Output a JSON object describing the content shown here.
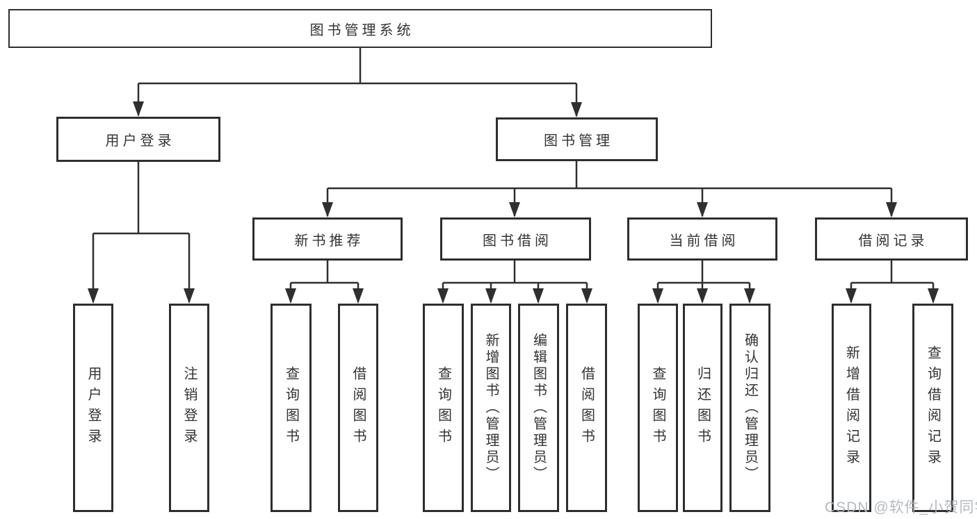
{
  "diagram": {
    "title": "图书管理系统",
    "type": "functional-structure-tree",
    "nodes": {
      "root": {
        "label": "图书管理系统"
      },
      "user_login": {
        "label": "用户登录"
      },
      "book_mgmt": {
        "label": "图书管理"
      },
      "new_book_rec": {
        "label": "新书推荐"
      },
      "book_borrow": {
        "label": "图书借阅"
      },
      "current_borrow": {
        "label": "当前借阅"
      },
      "borrow_records": {
        "label": "借阅记录"
      },
      "user_login_leaf": {
        "label": "用户登录"
      },
      "logout_leaf": {
        "label": "注销登录"
      },
      "nbr_query_books": {
        "label": "查询图书"
      },
      "nbr_borrow_books": {
        "label": "借阅图书"
      },
      "bb_query_books": {
        "label": "查询图书"
      },
      "bb_add_books": {
        "label": "新增图书（管理员）"
      },
      "bb_edit_books": {
        "label": "编辑图书（管理员）"
      },
      "bb_borrow_books": {
        "label": "借阅图书"
      },
      "cb_query_books": {
        "label": "查询图书"
      },
      "cb_return_books": {
        "label": "归还图书"
      },
      "cb_confirm_return": {
        "label": "确认归还（管理员）"
      },
      "br_add_record": {
        "label": "新增借阅记录"
      },
      "br_query_record": {
        "label": "查询借阅记录"
      }
    },
    "edges": [
      [
        "root",
        "user_login"
      ],
      [
        "root",
        "book_mgmt"
      ],
      [
        "user_login",
        "user_login_leaf"
      ],
      [
        "user_login",
        "logout_leaf"
      ],
      [
        "book_mgmt",
        "new_book_rec"
      ],
      [
        "book_mgmt",
        "book_borrow"
      ],
      [
        "book_mgmt",
        "current_borrow"
      ],
      [
        "book_mgmt",
        "borrow_records"
      ],
      [
        "new_book_rec",
        "nbr_query_books"
      ],
      [
        "new_book_rec",
        "nbr_borrow_books"
      ],
      [
        "book_borrow",
        "bb_query_books"
      ],
      [
        "book_borrow",
        "bb_add_books"
      ],
      [
        "book_borrow",
        "bb_edit_books"
      ],
      [
        "book_borrow",
        "bb_borrow_books"
      ],
      [
        "current_borrow",
        "cb_query_books"
      ],
      [
        "current_borrow",
        "cb_return_books"
      ],
      [
        "current_borrow",
        "cb_confirm_return"
      ],
      [
        "borrow_records",
        "br_add_record"
      ],
      [
        "borrow_records",
        "br_query_record"
      ]
    ],
    "colors": {
      "line": "#2f2f2f",
      "box_border": "#2e2e2e",
      "text": "#333333",
      "background": "#ffffff"
    }
  },
  "watermark": {
    "text": "CSDN @软件_小贺同学",
    "color": "#adb4bb"
  }
}
